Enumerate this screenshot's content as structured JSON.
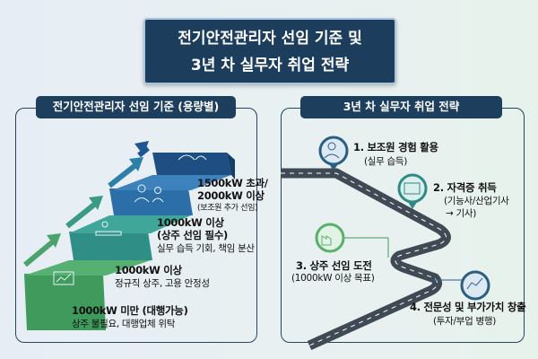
{
  "title": {
    "line1": "전기안전관리자 선임 기준 및",
    "line2": "3년 차 실무자 취업 전략"
  },
  "left": {
    "header": "전기안전관리자 선임 기준 (용량별)",
    "steps": [
      {
        "title": "1000kW 미만 (대행가능)",
        "desc": "상주 불필요, 대행업체 위탁",
        "icon": "monitor-chart-icon"
      },
      {
        "title": "1000kW 이상",
        "desc": "정규직 상주, 고용 안정성",
        "icon": "desk-worker-icon"
      },
      {
        "title": "1000kW 이상",
        "title2": "(상주 선임 필수)",
        "desc": "실무 습득 기회, 책임 분산",
        "icon": "two-workers-icon"
      },
      {
        "title": "1500kW 초과/",
        "title2": "2000kW 이상",
        "desc": "(보조원 추가 선임)",
        "icon": "worker-team-icon"
      }
    ]
  },
  "right": {
    "header": "3년 차 실무자 취업 전략",
    "items": [
      {
        "title": "1. 보조원 경험 활용",
        "desc": "(실무 습득)",
        "icon": "assistant-shield-icon"
      },
      {
        "title": "2. 자격증 취득",
        "desc": "(기능사/산업기사",
        "desc2": "→ 기사)",
        "icon": "certificate-icon"
      },
      {
        "title": "3. 상주 선임 도전",
        "desc": "(1000kW 이상 목표)",
        "icon": "factory-worker-icon"
      },
      {
        "title": "4. 전문성 및 부가가치 창출",
        "desc": "(투자/부업 병행)",
        "icon": "investment-chart-icon"
      }
    ]
  },
  "colors": {
    "navy": "#1c3d5c",
    "green": "#3f9a5c",
    "teal": "#2f8f86",
    "blue": "#2c6ea8",
    "darkblue": "#1f4f82"
  }
}
